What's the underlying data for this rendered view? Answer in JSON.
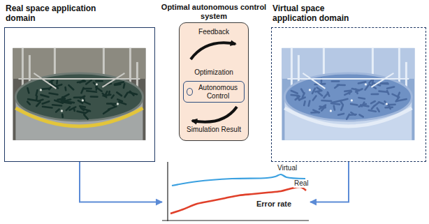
{
  "diagram": {
    "nodes": [
      {
        "text": [
          "Real space application domain"
        ]
      },
      {
        "text": [
          "Optimal autonomous control system",
          "Feedback",
          "Optimization",
          "Simulation Result"
        ]
      },
      {
        "text": [
          "Autonomous Control"
        ],
        "in": 1
      },
      {
        "text": [
          "Virtual space application domain"
        ]
      },
      {
        "text": [
          "Virtual",
          "Real",
          "Error rate"
        ]
      }
    ],
    "edges": [
      {
        "from": 0,
        "to": 4,
        "arrow": "to"
      },
      {
        "from": 3,
        "to": 4,
        "arrow": "to"
      }
    ]
  }
}
